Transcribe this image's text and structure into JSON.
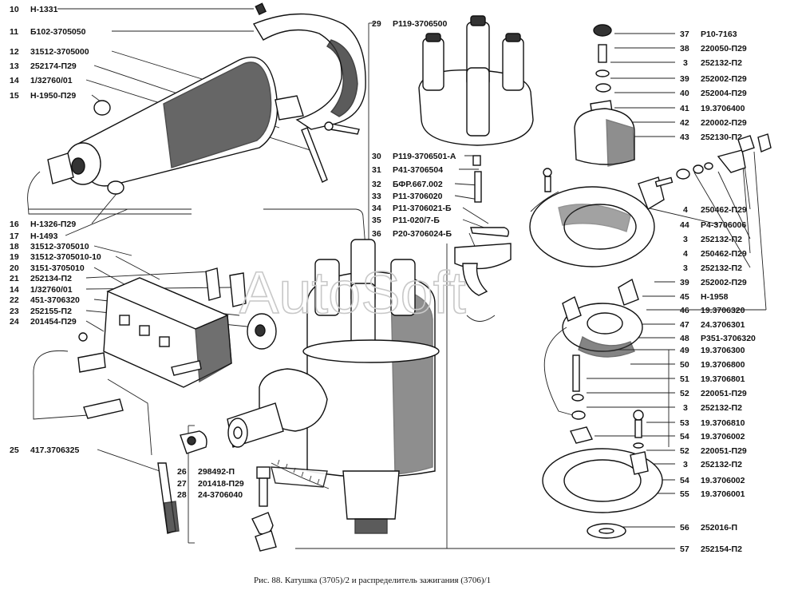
{
  "caption": "Рис. 88. Катушка (3705)/2 и распределитель зажигания (3706)/1",
  "watermark": "AutoSoft",
  "parts": [
    {
      "num": "10",
      "code": "Н-1331"
    },
    {
      "num": "11",
      "code": "Б102-3705050"
    },
    {
      "num": "12",
      "code": "31512-3705000"
    },
    {
      "num": "13",
      "code": "252174-П29"
    },
    {
      "num": "14",
      "code": "1/32760/01"
    },
    {
      "num": "15",
      "code": "Н-1950-П29"
    },
    {
      "num": "16",
      "code": "Н-1326-П29"
    },
    {
      "num": "17",
      "code": "Н-1493"
    },
    {
      "num": "18",
      "code": "31512-3705010"
    },
    {
      "num": "19",
      "code": "31512-3705010-10"
    },
    {
      "num": "20",
      "code": "3151-3705010"
    },
    {
      "num": "21",
      "code": "252134-П2"
    },
    {
      "num": "14",
      "code": "1/32760/01"
    },
    {
      "num": "22",
      "code": "451-3706320"
    },
    {
      "num": "23",
      "code": "252155-П2"
    },
    {
      "num": "24",
      "code": "201454-П29"
    },
    {
      "num": "25",
      "code": "417.3706325"
    },
    {
      "num": "26",
      "code": "298492-П"
    },
    {
      "num": "27",
      "code": "201418-П29"
    },
    {
      "num": "28",
      "code": "24-3706040"
    },
    {
      "num": "29",
      "code": "Р119-3706500"
    },
    {
      "num": "30",
      "code": "Р119-3706501-А"
    },
    {
      "num": "31",
      "code": "Р41-3706504"
    },
    {
      "num": "32",
      "code": "БФР.667.002"
    },
    {
      "num": "33",
      "code": "Р11-3706020"
    },
    {
      "num": "34",
      "code": "Р11-3706021-Б"
    },
    {
      "num": "35",
      "code": "Р11-020/7-Б"
    },
    {
      "num": "36",
      "code": "Р20-3706024-Б"
    },
    {
      "num": "37",
      "code": "Р10-7163"
    },
    {
      "num": "38",
      "code": "220050-П29"
    },
    {
      "num": "3",
      "code": "252132-П2"
    },
    {
      "num": "39",
      "code": "252002-П29"
    },
    {
      "num": "40",
      "code": "252004-П29"
    },
    {
      "num": "41",
      "code": "19.3706400"
    },
    {
      "num": "42",
      "code": "220002-П29"
    },
    {
      "num": "43",
      "code": "252130-П2"
    },
    {
      "num": "4",
      "code": "250462-П29"
    },
    {
      "num": "44",
      "code": "Р4-3706006"
    },
    {
      "num": "3",
      "code": "252132-П2"
    },
    {
      "num": "4",
      "code": "250462-П29"
    },
    {
      "num": "3",
      "code": "252132-П2"
    },
    {
      "num": "39",
      "code": "252002-П29"
    },
    {
      "num": "45",
      "code": "Н-1958"
    },
    {
      "num": "46",
      "code": "19.3706320"
    },
    {
      "num": "47",
      "code": "24.3706301"
    },
    {
      "num": "48",
      "code": "Р351-3706320"
    },
    {
      "num": "49",
      "code": "19.3706300"
    },
    {
      "num": "50",
      "code": "19.3706800"
    },
    {
      "num": "51",
      "code": "19.3706801"
    },
    {
      "num": "52",
      "code": "220051-П29"
    },
    {
      "num": "3",
      "code": "252132-П2"
    },
    {
      "num": "53",
      "code": "19.3706810"
    },
    {
      "num": "54",
      "code": "19.3706002"
    },
    {
      "num": "52",
      "code": "220051-П29"
    },
    {
      "num": "3",
      "code": "252132-П2"
    },
    {
      "num": "54",
      "code": "19.3706002"
    },
    {
      "num": "55",
      "code": "19.3706001"
    },
    {
      "num": "56",
      "code": "252016-П"
    },
    {
      "num": "57",
      "code": "252154-П2"
    }
  ]
}
